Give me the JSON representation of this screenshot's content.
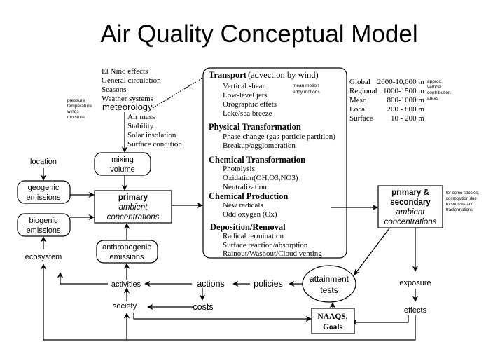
{
  "title": "Air Quality Conceptual Model",
  "meteorology": {
    "label": "meteorology",
    "scales": [
      "El Nino effects",
      "General circulation",
      "Seasons",
      "Weather systems"
    ],
    "variables": [
      "pressure",
      "temperature",
      "winds",
      "moisture"
    ],
    "local": [
      "Air mass",
      "Stability",
      "Solar insolation",
      "Surface condition"
    ]
  },
  "left": {
    "location": "location",
    "geogenic": [
      "geogenic",
      "emissions"
    ],
    "biogenic": [
      "biogenic",
      "emissions"
    ],
    "ecosystem": "ecosystem",
    "mixing": [
      "mixing",
      "volume"
    ],
    "anthropogenic": [
      "anthropogenic",
      "emissions"
    ],
    "primary": [
      "primary",
      "ambient",
      "concentrations"
    ]
  },
  "processes": {
    "transport_title": "Transport",
    "transport_sub": "(advection by wind)",
    "transport_items": [
      "Vertical shear",
      "Low-level jets",
      "Orographic effets",
      "Lake/sea breeze"
    ],
    "transport_notes": [
      "mean motion",
      "eddy motions"
    ],
    "physical_title": "Physical Transformation",
    "physical_items": [
      "Phase change (gas-particle partition)",
      "Breakup/agglomeration"
    ],
    "chemical_title": "Chemical Transformation",
    "chemical_items": [
      "Photolysis",
      "Oxidation(OH,O3,NO3)",
      "Neutralization"
    ],
    "production_title": "Chemical Production",
    "production_items": [
      "New radicals",
      "Odd oxygen (Ox)"
    ],
    "deposition_title": "Deposition/Removal",
    "deposition_items": [
      "Radical termination",
      "Surface reaction/absorption",
      "Rainout/Washout/Cloud venting"
    ]
  },
  "scales": {
    "rows": [
      [
        "Global",
        "2000-10,000 m"
      ],
      [
        "Regional",
        "1000-1500 m"
      ],
      [
        "Meso",
        "800-1000 m"
      ],
      [
        "Local",
        "200 - 800 m"
      ],
      [
        "Surface",
        "10 - 200 m"
      ]
    ],
    "note": [
      "approx.",
      "vertical",
      "contribution",
      "areas"
    ]
  },
  "secondary": {
    "box": [
      "primary &",
      "secondary",
      "ambient",
      "concentrations"
    ],
    "note": [
      "for some species,",
      "composition due",
      "to sources and",
      "trasformations"
    ]
  },
  "bottom": {
    "exposure": "exposure",
    "effects": "effects",
    "attainment": [
      "attainment",
      "tests"
    ],
    "naaqs": [
      "NAAQS,",
      "Goals"
    ],
    "policies": "policies",
    "actions": "actions",
    "activities": "activities",
    "costs": "costs",
    "society": "society"
  }
}
